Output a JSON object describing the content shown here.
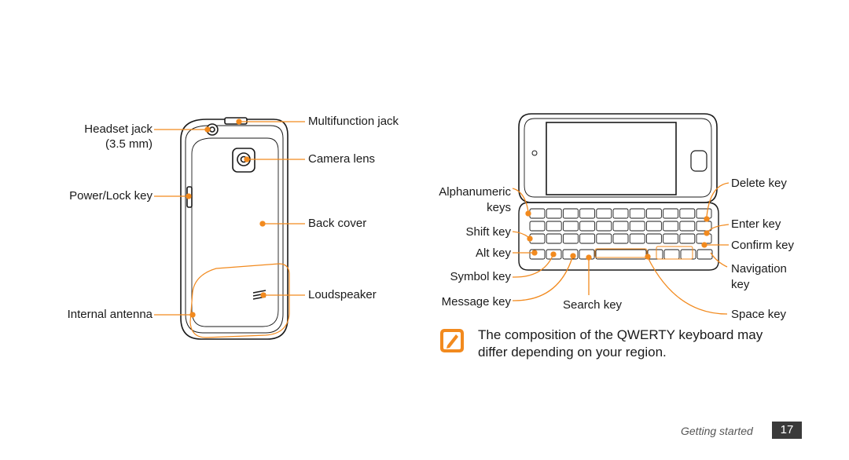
{
  "labels": {
    "headset_jack": "Headset jack",
    "headset_jack_size": "(3.5 mm)",
    "multifunction_jack": "Multifunction jack",
    "camera_lens": "Camera lens",
    "power_lock_key": "Power/Lock key",
    "back_cover": "Back cover",
    "loudspeaker": "Loudspeaker",
    "internal_antenna": "Internal antenna",
    "alphanumeric_keys_1": "Alphanumeric",
    "alphanumeric_keys_2": "keys",
    "shift_key": "Shift key",
    "alt_key": "Alt key",
    "symbol_key": "Symbol key",
    "message_key": "Message key",
    "search_key": "Search key",
    "delete_key": "Delete key",
    "enter_key": "Enter key",
    "confirm_key": "Confirm key",
    "navigation_key_1": "Navigation",
    "navigation_key_2": "key",
    "space_key": "Space key"
  },
  "note": {
    "line1": "The composition of the QWERTY keyboard may",
    "line2": "differ depending on your region."
  },
  "footer": {
    "section": "Getting started",
    "page": "17"
  },
  "colors": {
    "accent": "#f28a1e",
    "line": "#1a1a1a"
  }
}
